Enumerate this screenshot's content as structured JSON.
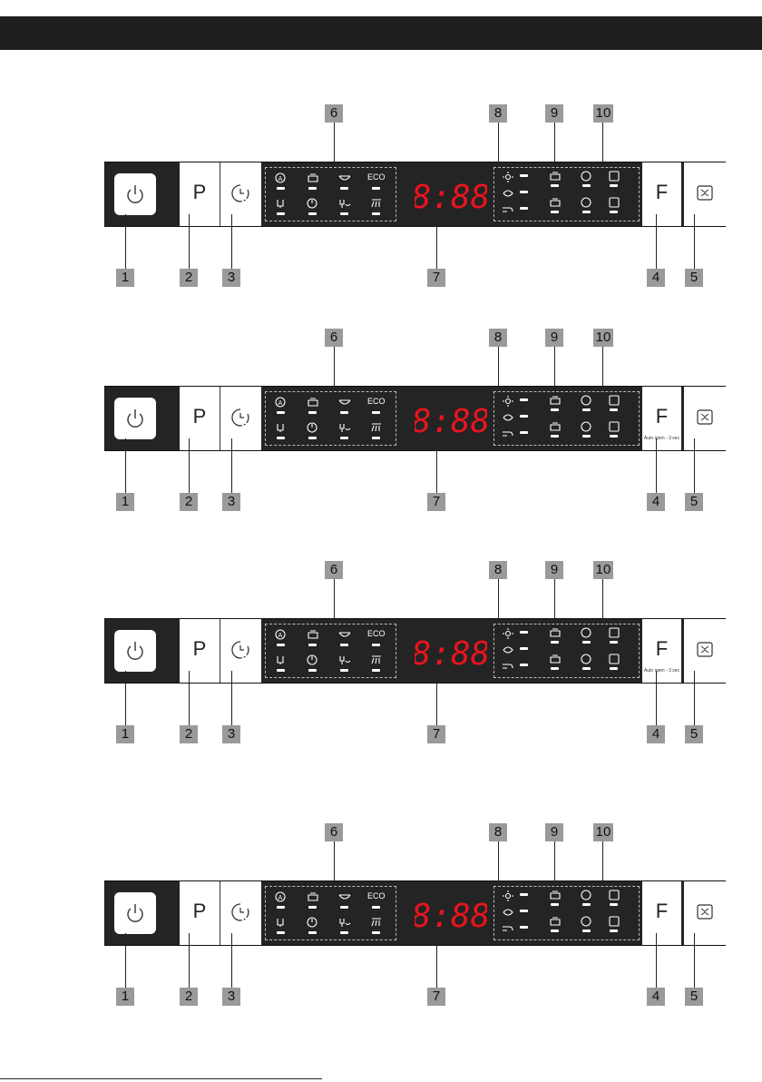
{
  "panels": [
    {
      "program_letter": "P",
      "function_letter": "F",
      "function_note": "",
      "eco_label": "ECO",
      "display": "8:88"
    },
    {
      "program_letter": "P",
      "function_letter": "F",
      "function_note": "Auto open - 3 sec",
      "eco_label": "ECO",
      "display": "8:88"
    },
    {
      "program_letter": "P",
      "function_letter": "F",
      "function_note": "Auto open - 3 sec",
      "eco_label": "ECO",
      "display": "8:88"
    },
    {
      "program_letter": "P",
      "function_letter": "F",
      "function_note": "",
      "eco_label": "ECO",
      "display": "8:88"
    }
  ],
  "callouts_top": [
    "6",
    "8",
    "9",
    "10"
  ],
  "callouts_bottom": [
    "1",
    "2",
    "3",
    "7",
    "4",
    "5"
  ],
  "colors": {
    "display_red": "#e8141e",
    "panel": "#242424",
    "tag": "#9a9a9a"
  }
}
